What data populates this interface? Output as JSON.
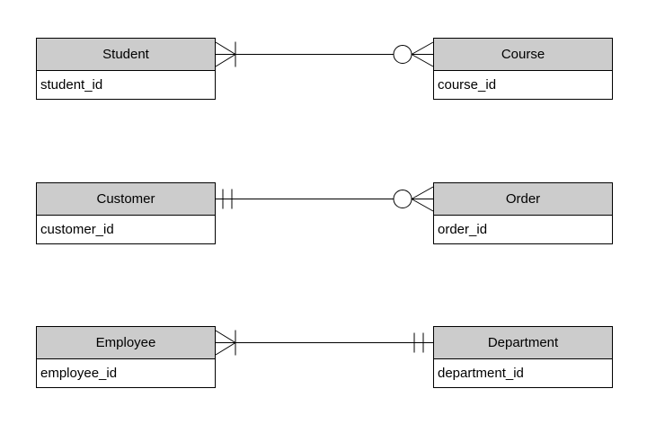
{
  "diagram": {
    "type": "entity-relationship-crows-foot",
    "colors": {
      "entity_header_fill": "#cccccc",
      "entity_body_fill": "#ffffff",
      "border": "#000000",
      "connector": "#000000",
      "text": "#000000",
      "canvas_bg": "#ffffff"
    },
    "entities": [
      {
        "name": "Student",
        "attributes": [
          "student_id"
        ]
      },
      {
        "name": "Course",
        "attributes": [
          "course_id"
        ]
      },
      {
        "name": "Customer",
        "attributes": [
          "customer_id"
        ]
      },
      {
        "name": "Order",
        "attributes": [
          "order_id"
        ]
      },
      {
        "name": "Employee",
        "attributes": [
          "employee_id"
        ]
      },
      {
        "name": "Department",
        "attributes": [
          "department_id"
        ]
      }
    ],
    "relationships": [
      {
        "from": "Student",
        "to": "Course",
        "from_cardinality": "one-or-many",
        "from_symbol": "crows-foot-with-bar",
        "to_cardinality": "zero-or-many",
        "to_symbol": "circle-with-crows-foot"
      },
      {
        "from": "Customer",
        "to": "Order",
        "from_cardinality": "exactly-one",
        "from_symbol": "double-bar",
        "to_cardinality": "zero-or-many",
        "to_symbol": "circle-with-crows-foot"
      },
      {
        "from": "Employee",
        "to": "Department",
        "from_cardinality": "one-or-many",
        "from_symbol": "crows-foot-with-bar",
        "to_cardinality": "exactly-one",
        "to_symbol": "double-bar"
      }
    ]
  }
}
